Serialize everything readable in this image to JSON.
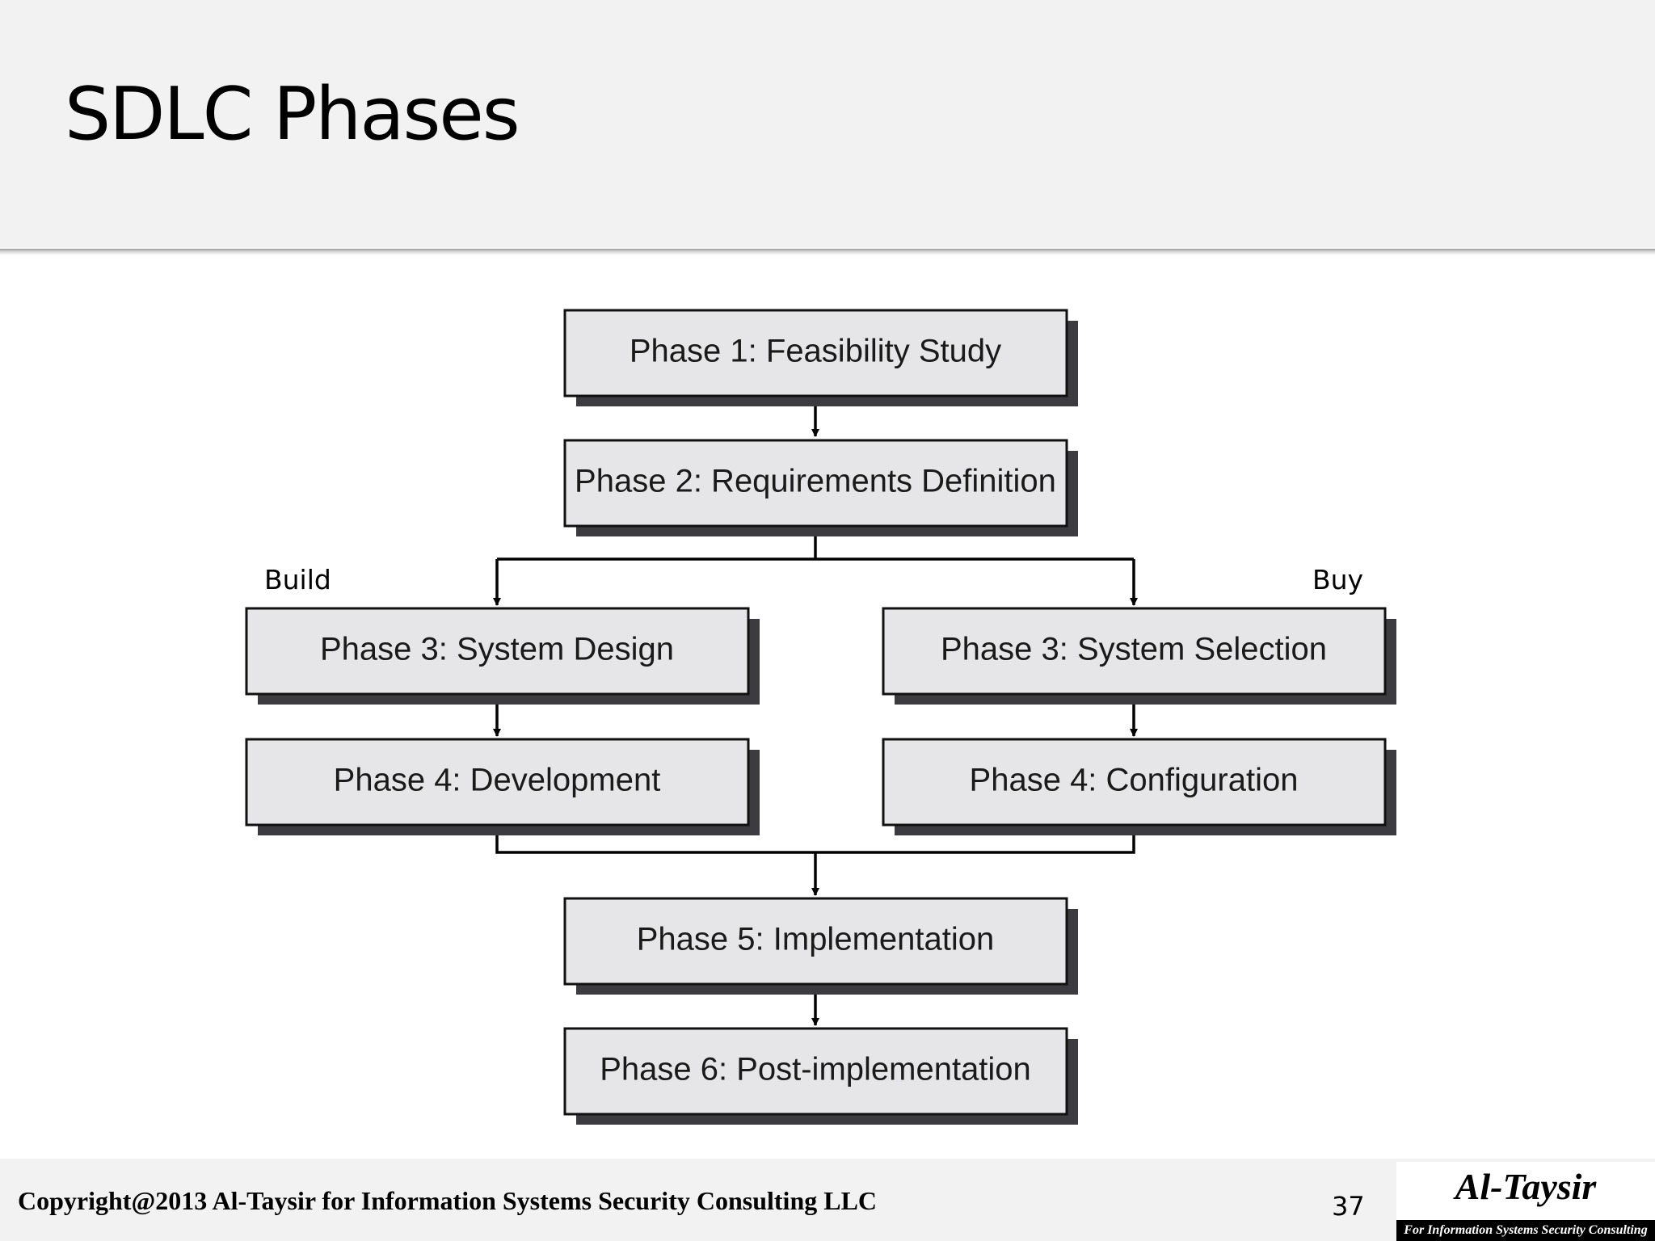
{
  "title": "SDLC Phases",
  "branches": {
    "build_label": "Build",
    "buy_label": "Buy"
  },
  "phases": {
    "phase1": "Phase 1: Feasibility Study",
    "phase2": "Phase 2: Requirements Definition",
    "phase3_build": "Phase 3: System Design",
    "phase3_buy": "Phase 3: System Selection",
    "phase4_build": "Phase 4: Development",
    "phase4_buy": "Phase 4: Configuration",
    "phase5": "Phase 5: Implementation",
    "phase6": "Phase 6: Post-implementation"
  },
  "footer": {
    "copyright": "Copyright@2013 Al-Taysir for Information Systems Security Consulting  LLC",
    "page_number": "37",
    "logo_name": "Al-Taysir",
    "logo_tagline": "For Information Systems Security Consulting"
  },
  "colors": {
    "header_bg": "#f2f2f2",
    "box_fill": "#e6e6e8",
    "box_shadow": "#3b3b40"
  }
}
